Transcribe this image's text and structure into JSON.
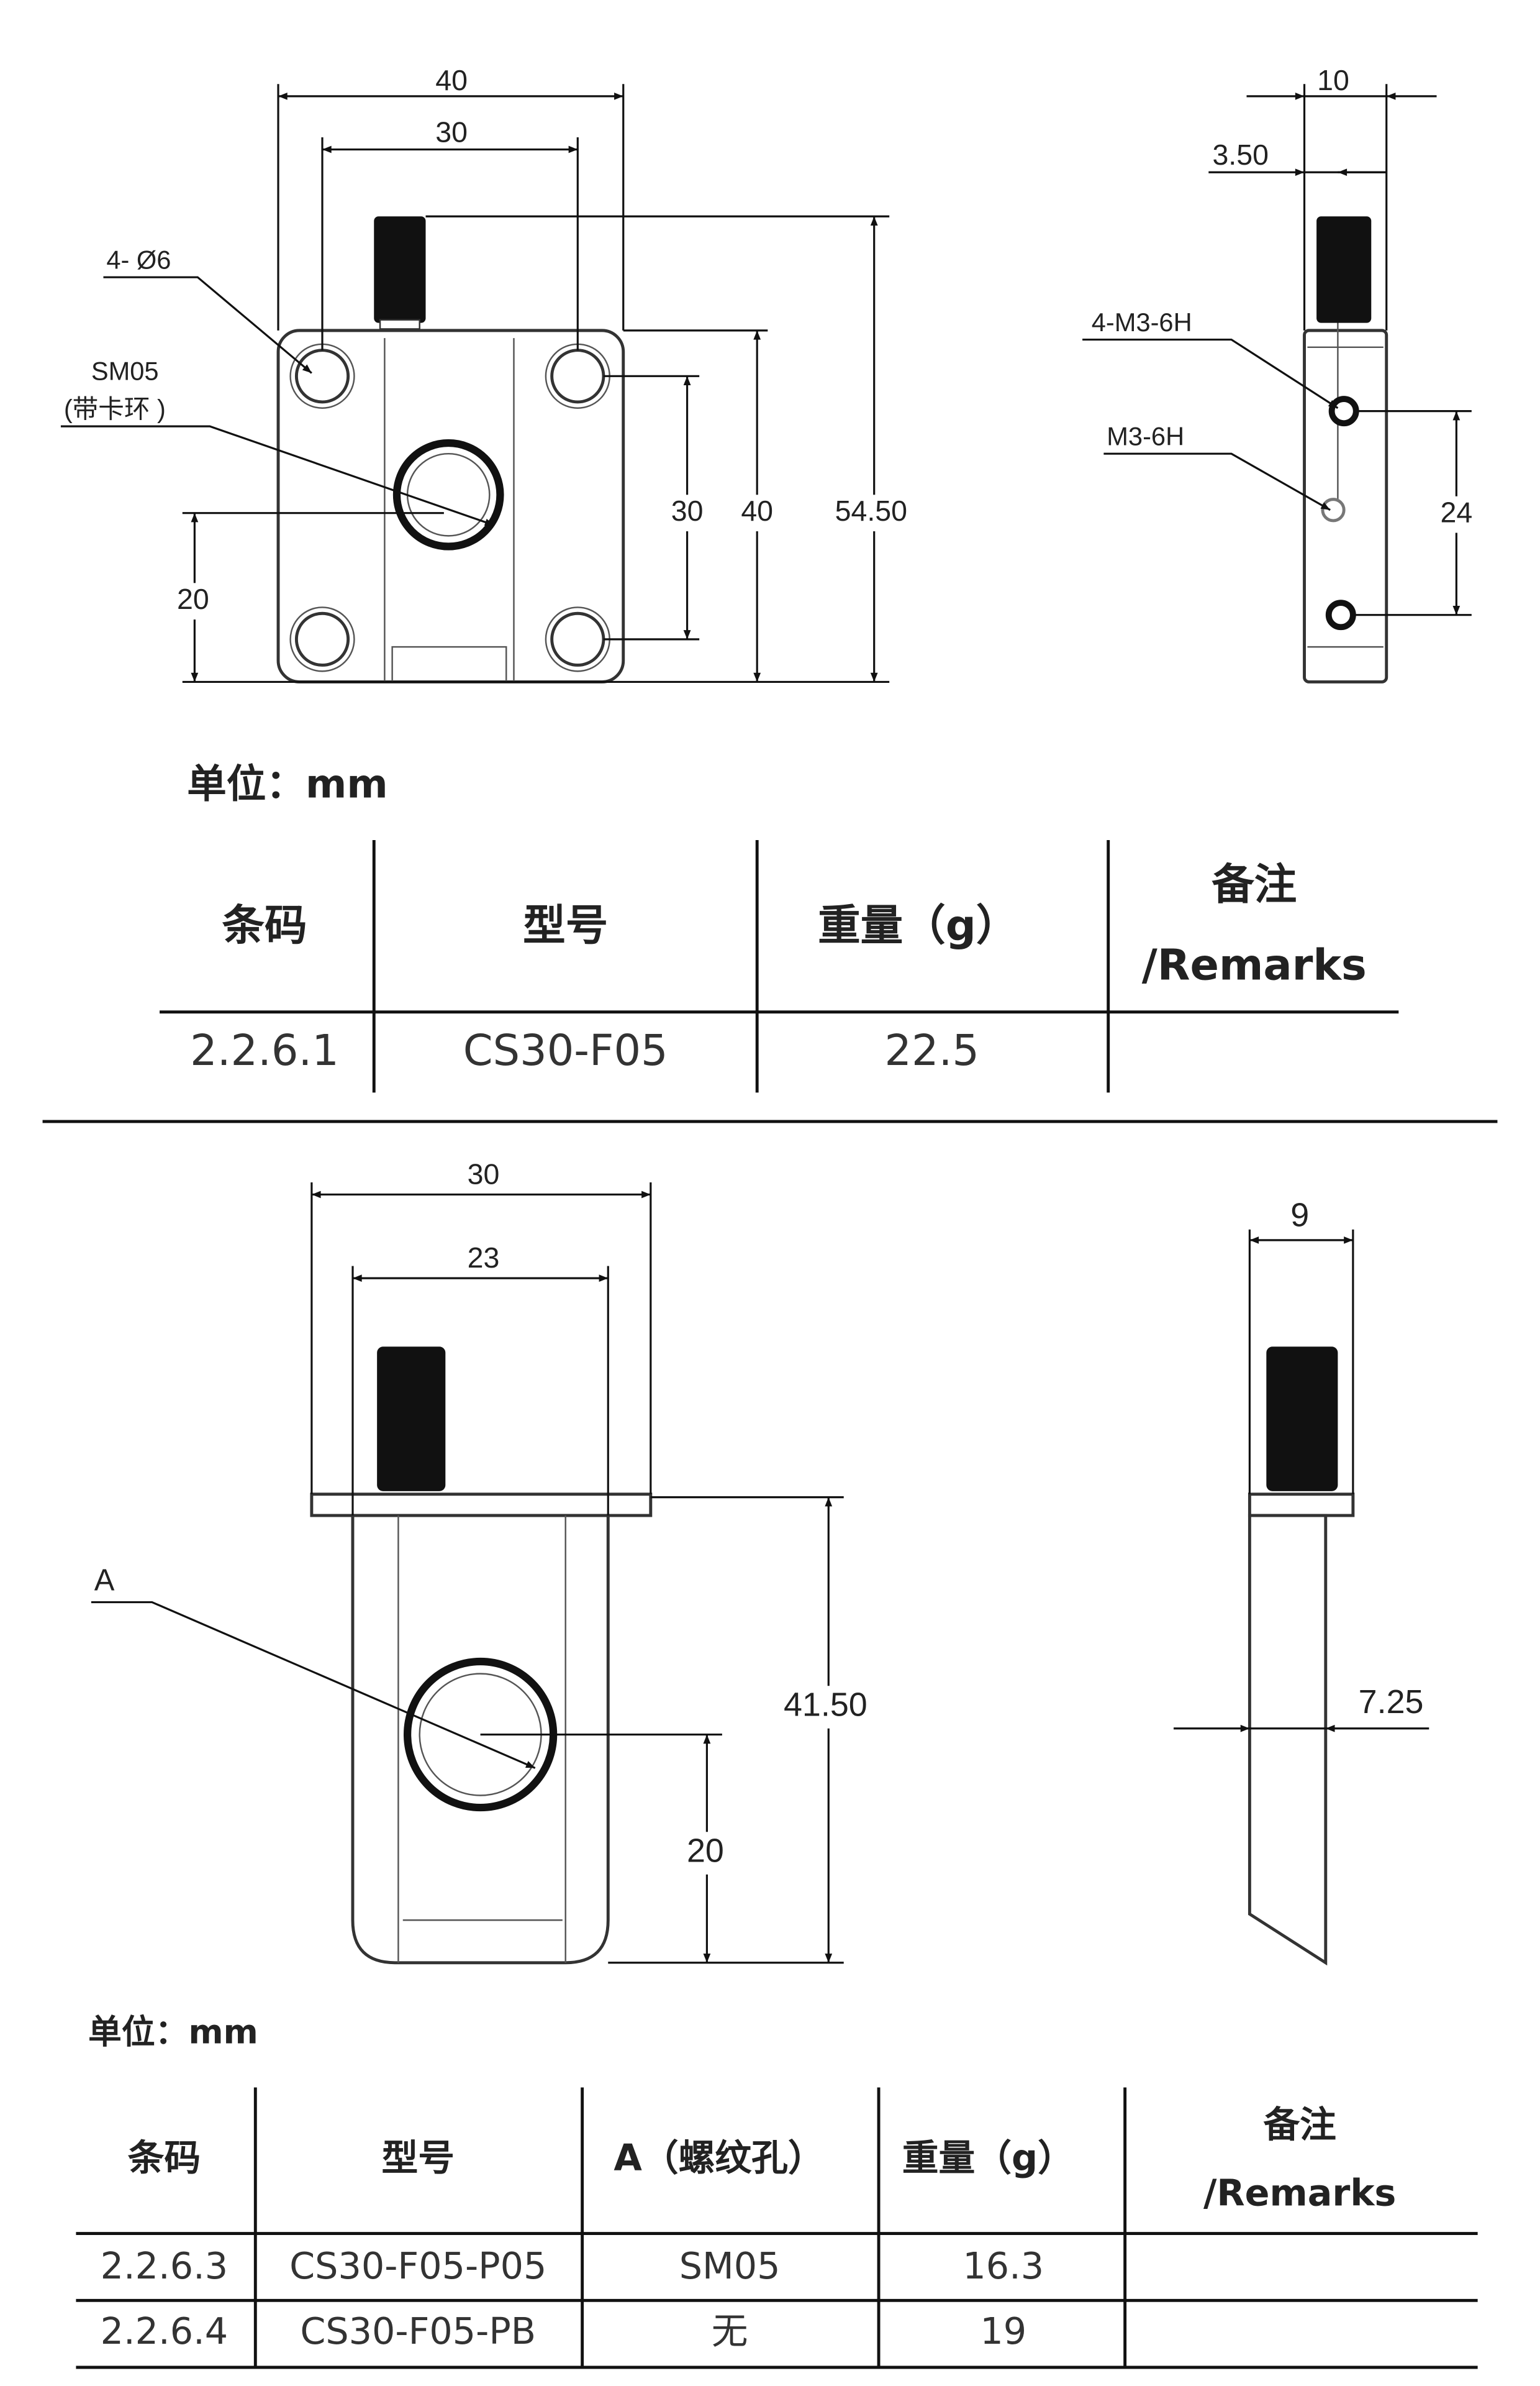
{
  "drawing1": {
    "front": {
      "width_outer": "40",
      "hole_spacing_h": "30",
      "hole_label": "4- Ø6",
      "sm_label": "SM05",
      "sm_note": "(带卡环 )",
      "center_height": "20",
      "hole_spacing_v": "30",
      "height": "40",
      "total_height": "54.50"
    },
    "side": {
      "thickness": "10",
      "screw_offset": "3.50",
      "tap_label_1": "4-M3-6H",
      "tap_label_2": "M3-6H",
      "tap_spacing": "24"
    }
  },
  "unit1": "单位：mm",
  "table1": {
    "headers": [
      "条码",
      "型号",
      "重量（g）",
      "备注",
      "/Remarks"
    ],
    "rows": [
      [
        "2.2.6.1",
        "CS30-F05",
        "22.5",
        ""
      ]
    ]
  },
  "drawing2": {
    "front": {
      "width_outer": "30",
      "width_inner": "23",
      "a_label": "A",
      "height": "41.50",
      "center_height": "20"
    },
    "side": {
      "thickness": "9",
      "plate": "7.25"
    }
  },
  "unit2": "单位：mm",
  "table2": {
    "headers": [
      "条码",
      "型号",
      "A（螺纹孔）",
      "重量（g）",
      "备注",
      "/Remarks"
    ],
    "rows": [
      [
        "2.2.6.3",
        "CS30-F05-P05",
        "SM05",
        "16.3",
        ""
      ],
      [
        "2.2.6.4",
        "CS30-F05-PB",
        "无",
        "19",
        ""
      ]
    ]
  }
}
